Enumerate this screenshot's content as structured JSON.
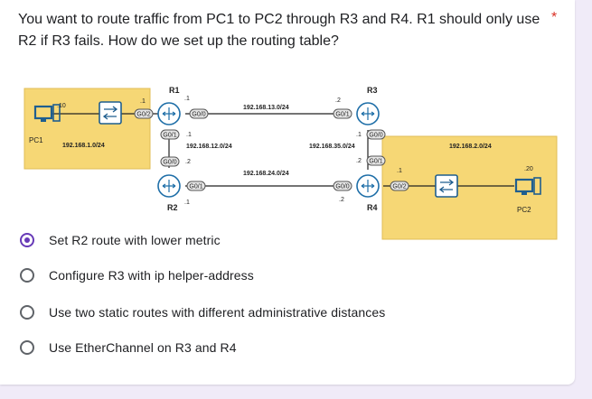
{
  "question": {
    "text": "You want to route traffic from PC1 to PC2 through R3 and R4. R1 should only use R2 if R3 fails. How do we set up the routing table?",
    "required_mark": "*"
  },
  "diagram": {
    "routers": {
      "r1": "R1",
      "r2": "R2",
      "r3": "R3",
      "r4": "R4"
    },
    "hosts": {
      "pc1": "PC1",
      "pc2": "PC2"
    },
    "networks": {
      "lan1": "192.168.1.0/24",
      "lan2": "192.168.2.0/24",
      "r1_r3": "192.168.13.0/24",
      "r1_r2": "192.168.12.0/24",
      "r2_r4": "192.168.24.0/24",
      "r3_r4": "192.168.35.0/24"
    },
    "interfaces": {
      "r1_g02": "G0/2",
      "r1_g00": "G0/0",
      "r1_g01": "G0/1",
      "r2_g00": "G0/0",
      "r2_g01": "G0/1",
      "r3_g01": "G0/1",
      "r3_g00": "G0/0",
      "r4_g00": "G0/0",
      "r4_g01": "G0/1",
      "r4_g02": "G0/2"
    },
    "addresses": {
      "pc1": ".10",
      "r1_g02": ".1",
      "r1_g00": ".1",
      "r1_g01": ".1",
      "r2_g00": ".2",
      "r2_g01": ".1",
      "r3_g01": ".2",
      "r3_g00": ".1",
      "r4_g00": ".2",
      "r4_g01": ".2",
      "r4_g02": ".1",
      "pc2": ".20"
    }
  },
  "options": [
    {
      "label": "Set R2 route with lower metric",
      "selected": true
    },
    {
      "label": "Configure R3 with ip helper-address",
      "selected": false
    },
    {
      "label": "Use two static routes with different administrative distances",
      "selected": false
    },
    {
      "label": "Use EtherChannel on R3 and R4",
      "selected": false
    }
  ],
  "colors": {
    "accent": "#673ab7",
    "zone": "#f6d775",
    "router_border": "#1f6fa8",
    "required": "#d93025"
  }
}
